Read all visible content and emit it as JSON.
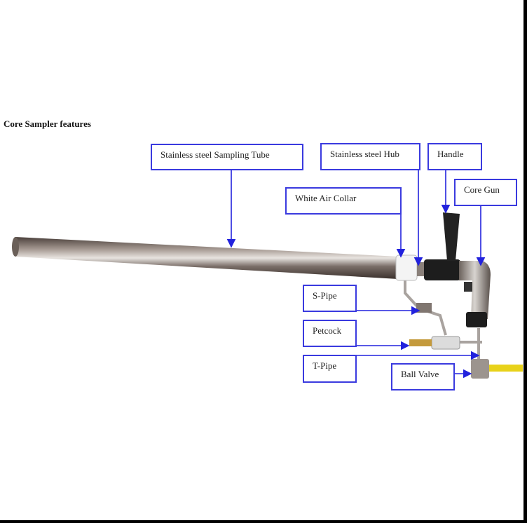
{
  "title": "Core Sampler features",
  "labels": {
    "sampling_tube": "Stainless steel Sampling Tube",
    "hub": "Stainless steel Hub",
    "handle": "Handle",
    "core_gun": "Core Gun",
    "air_collar": "White Air Collar",
    "s_pipe": "S-Pipe",
    "petcock": "Petcock",
    "t_pipe": "T-Pipe",
    "ball_valve": "Ball Valve"
  },
  "colors": {
    "callout": "#3a3adf",
    "valve_handle": "#e8d21a"
  }
}
